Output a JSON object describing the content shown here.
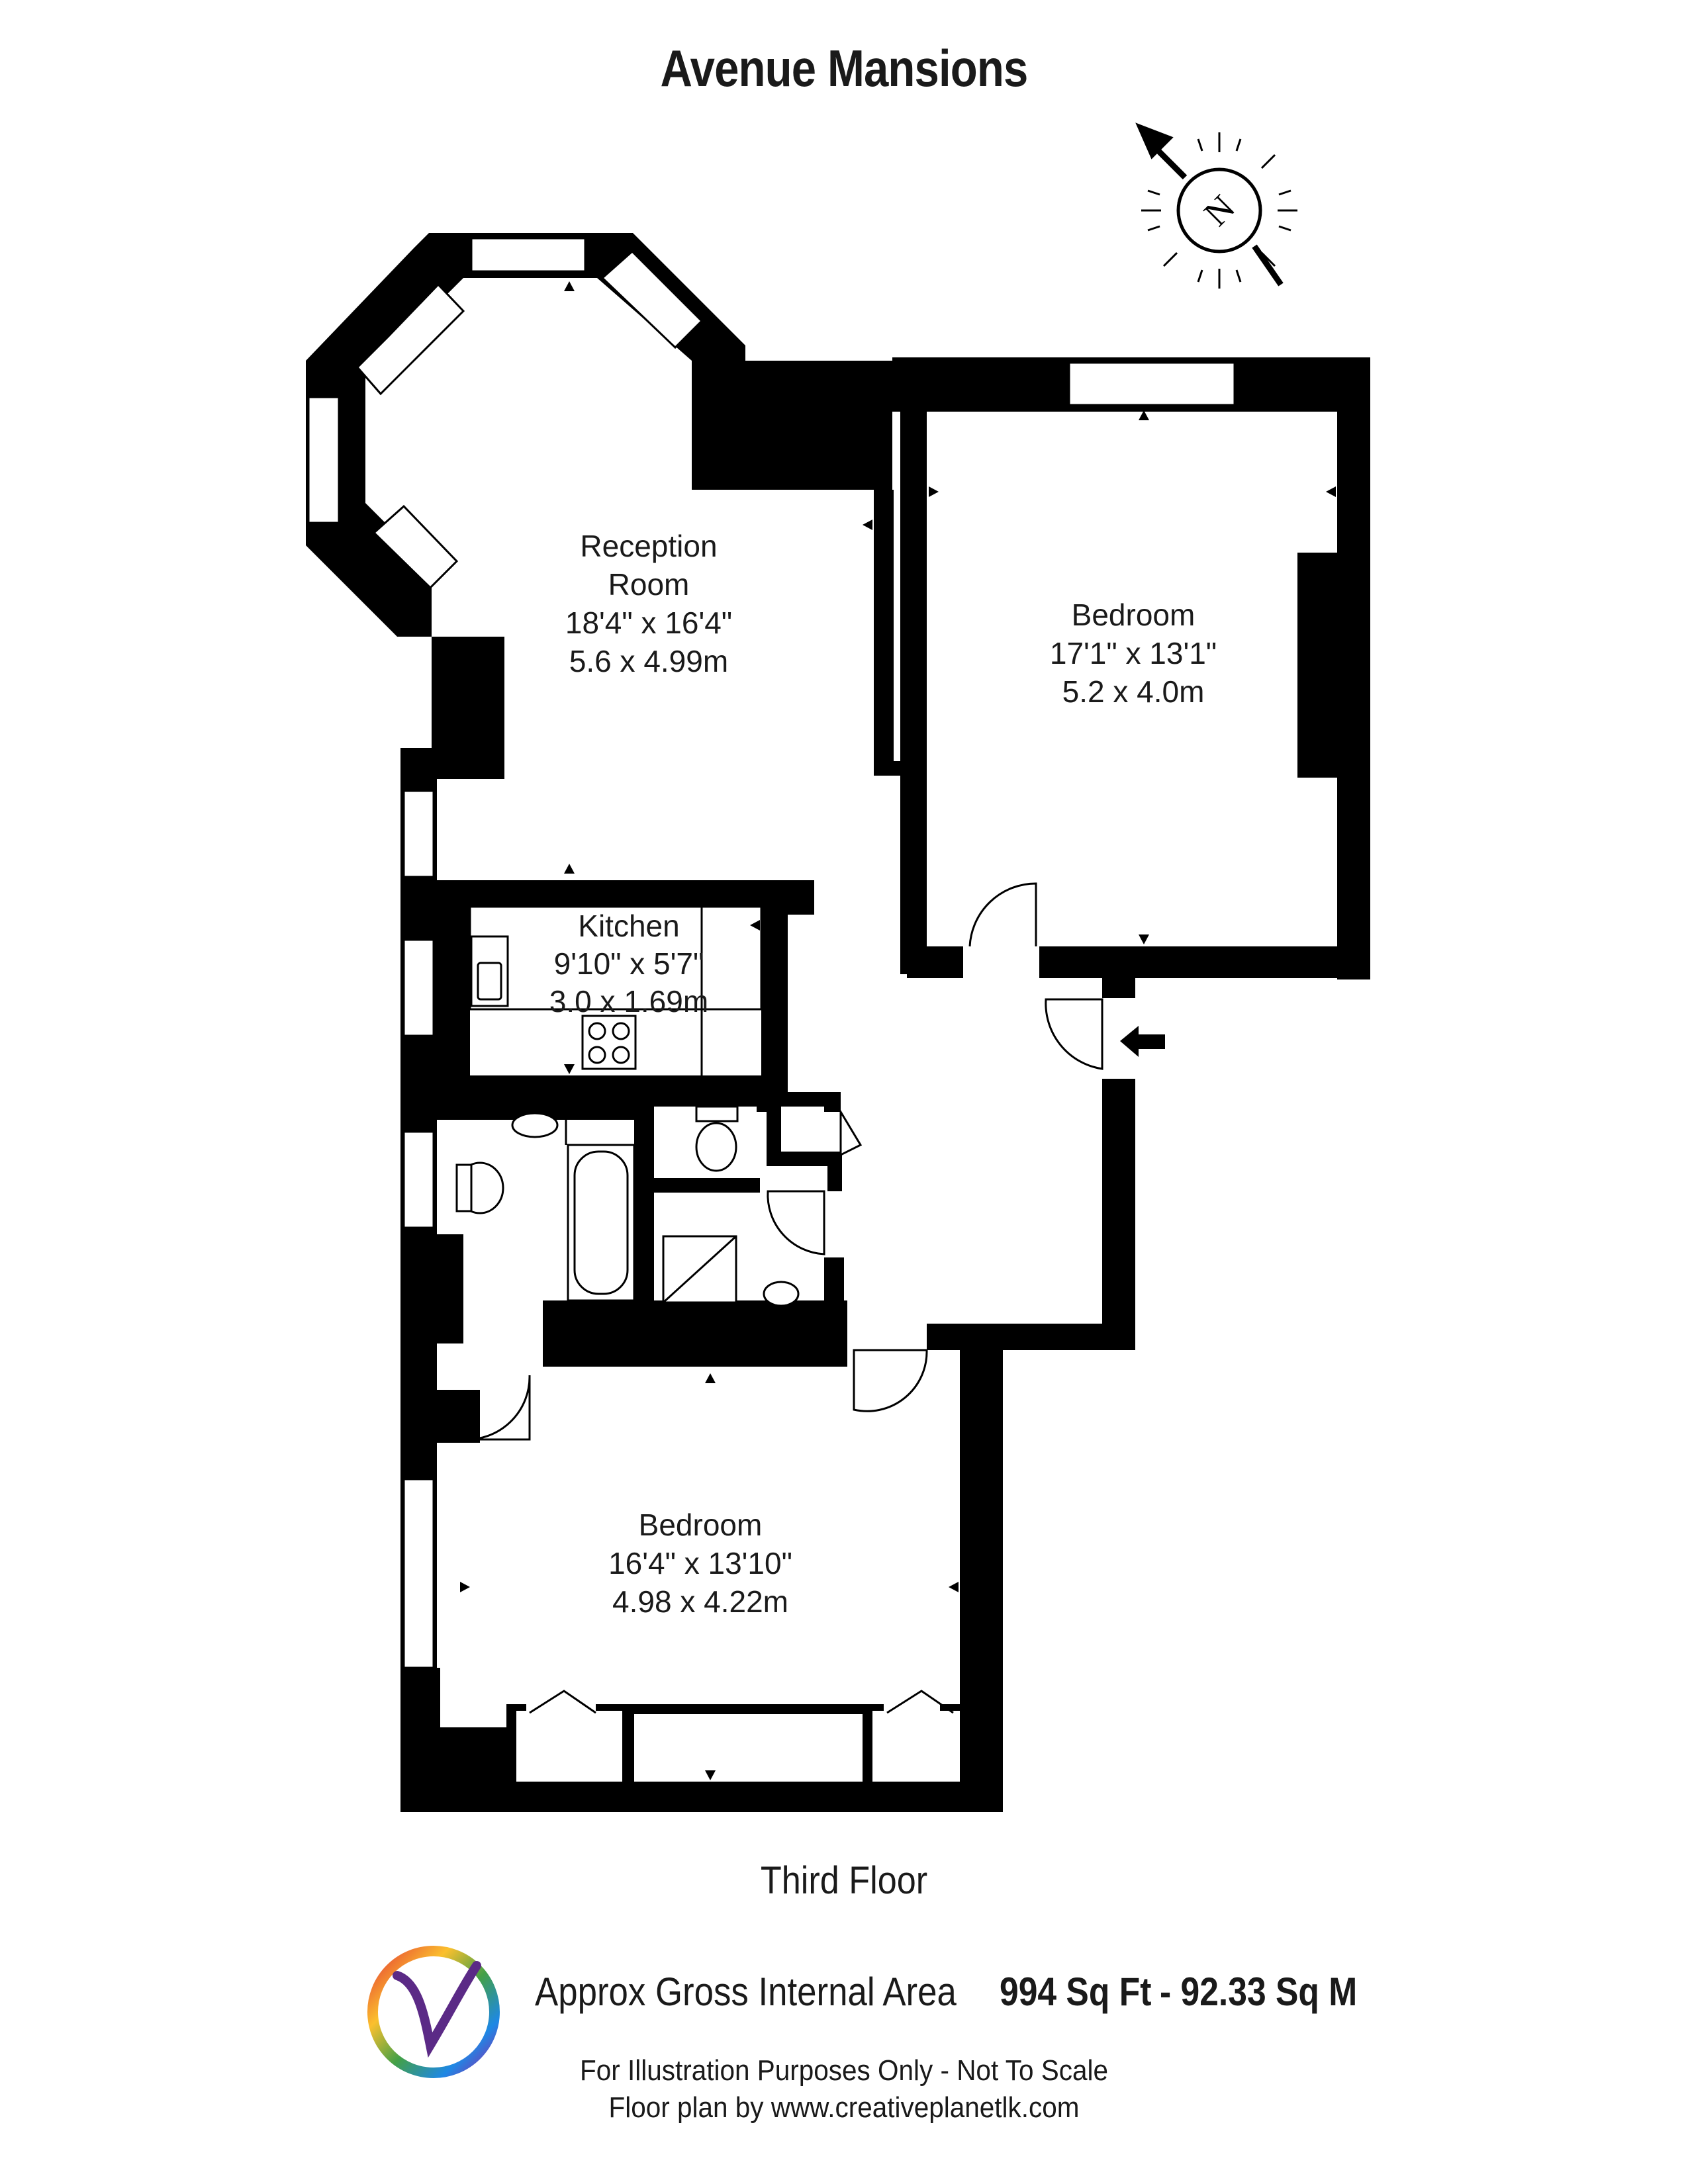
{
  "title": "Avenue Mansions",
  "compass": {
    "letter": "N",
    "icon": "north-arrow-compass-icon"
  },
  "rooms": [
    {
      "id": "reception",
      "name_line1": "Reception",
      "name_line2": "Room",
      "imperial": "18'4\" x 16'4\"",
      "metric": "5.6 x 4.99m"
    },
    {
      "id": "bedroom1",
      "name_line1": "Bedroom",
      "imperial": "17'1\" x 13'1\"",
      "metric": "5.2 x 4.0m"
    },
    {
      "id": "kitchen",
      "name_line1": "Kitchen",
      "imperial": "9'10\" x 5'7\"",
      "metric": "3.0 x 1.69m"
    },
    {
      "id": "bedroom2",
      "name_line1": "Bedroom",
      "imperial": "16'4\" x 13'10\"",
      "metric": "4.98 x 4.22m"
    }
  ],
  "floor_name": "Third Floor",
  "area": {
    "label": "Approx Gross Internal Area",
    "sqft": "994 Sq Ft",
    "sqm": "- 92.33 Sq M"
  },
  "footer": {
    "disclaimer": "For Illustration Purposes Only - Not To Scale",
    "credit": "Floor  plan by www.creativeplanetlk.com"
  },
  "logo": {
    "icon": "v-logo-icon"
  },
  "colors": {
    "wall": "#000000",
    "background": "#ffffff",
    "text": "#1a1a1a"
  }
}
